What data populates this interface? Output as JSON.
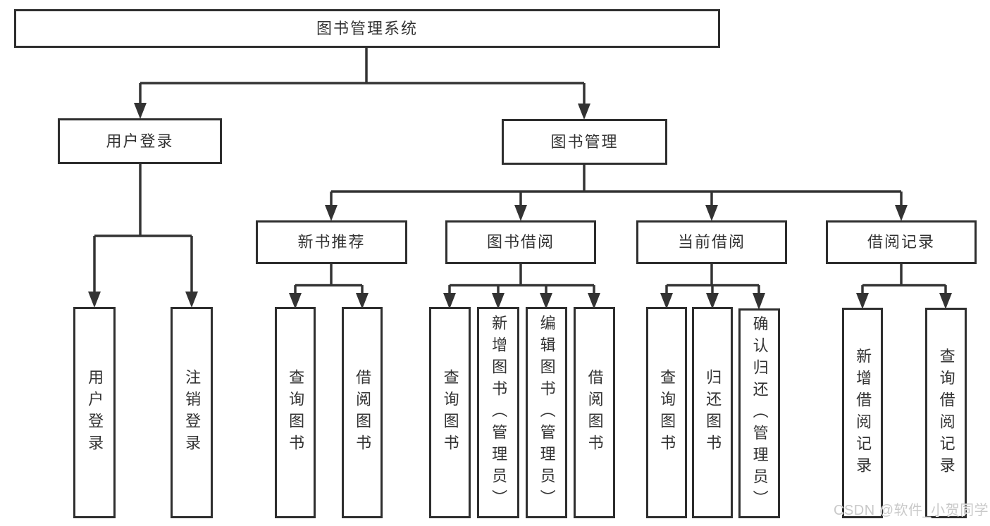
{
  "tree": {
    "root": "图书管理系统",
    "level1": {
      "userLogin": "用户登录",
      "bookManagement": "图书管理"
    },
    "userLoginChildren": {
      "login": "用户登录",
      "logout": "注销登录"
    },
    "level2": {
      "newBookRecommend": "新书推荐",
      "bookBorrow": "图书借阅",
      "currentBorrow": "当前借阅",
      "borrowRecords": "借阅记录"
    },
    "newBookRecommendChildren": {
      "queryBooks": "查询图书",
      "borrowBooks": "借阅图书"
    },
    "bookBorrowChildren": {
      "queryBooks": "查询图书",
      "addBooks": "新增图书（管理员）",
      "editBooks": "编辑图书（管理员）",
      "borrowBooks": "借阅图书"
    },
    "currentBorrowChildren": {
      "queryBooks": "查询图书",
      "returnBooks": "归还图书",
      "confirmReturn": "确认归还（管理员）"
    },
    "borrowRecordsChildren": {
      "addRecord": "新增借阅记录",
      "queryRecord": "查询借阅记录"
    }
  },
  "hierarchy": {
    "图书管理系统": {
      "用户登录": [
        "用户登录",
        "注销登录"
      ],
      "图书管理": {
        "新书推荐": [
          "查询图书",
          "借阅图书"
        ],
        "图书借阅": [
          "查询图书",
          "新增图书（管理员）",
          "编辑图书（管理员）",
          "借阅图书"
        ],
        "当前借阅": [
          "查询图书",
          "归还图书",
          "确认归还（管理员）"
        ],
        "借阅记录": [
          "新增借阅记录",
          "查询借阅记录"
        ]
      }
    }
  },
  "watermark": {
    "text": "CSDN @软件_小贺同学"
  },
  "colors": {
    "line": "#333333",
    "boxBorder": "#2e2e2e",
    "text": "#333333",
    "background": "#ffffff",
    "watermark": "#c9c9c9"
  }
}
